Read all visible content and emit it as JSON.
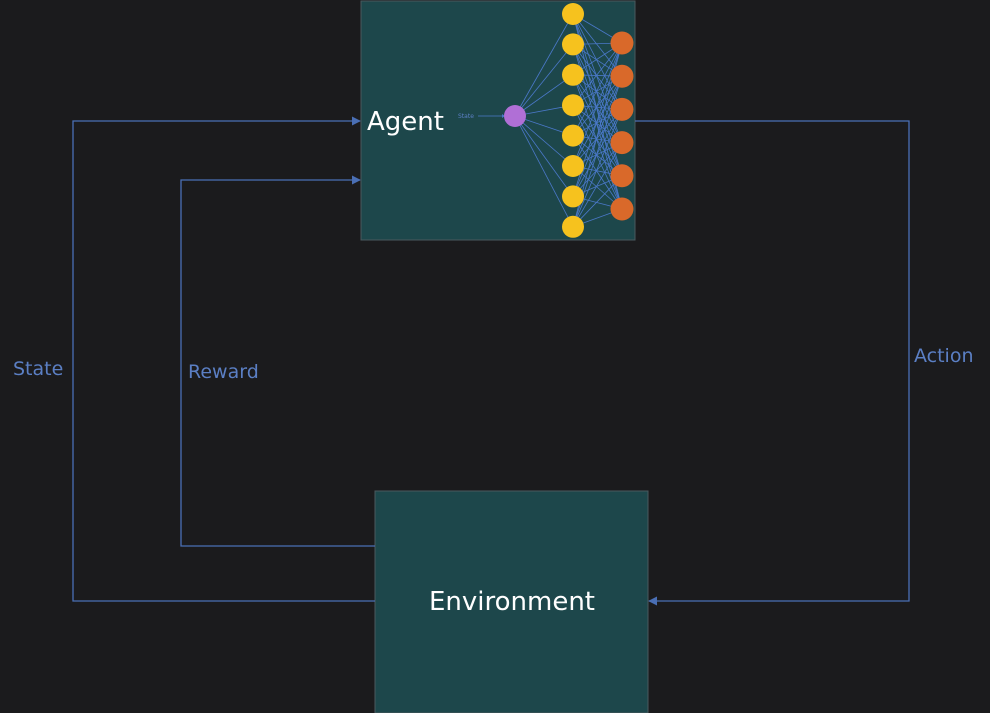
{
  "colors": {
    "background": "#1b1b1d",
    "box_fill": "#1d474b",
    "box_border": "#4a5a5e",
    "line": "#4a6fb5",
    "label": "#5b7fc4",
    "input_node": "#b06fd6",
    "hidden_node": "#f6c21e",
    "output_node": "#d9692a",
    "nn_edge": "#4a78c8"
  },
  "agent": {
    "label": "Agent"
  },
  "environment": {
    "label": "Environment"
  },
  "network": {
    "input_label": "State",
    "input_nodes": 1,
    "hidden_nodes": 8,
    "output_nodes": 6
  },
  "edges": {
    "state": "State",
    "reward": "Reward",
    "action": "Action"
  }
}
